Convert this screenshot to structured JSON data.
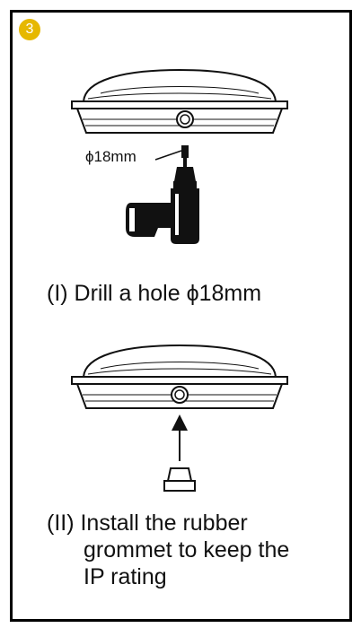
{
  "step": {
    "number": "3",
    "badge_color": "#e6b800"
  },
  "step_one": {
    "dimension_label": "ϕ18mm",
    "caption": "(I) Drill a hole ϕ18mm"
  },
  "step_two": {
    "caption_lines": [
      "(II) Install the rubber",
      "grommet to keep the",
      "IP rating"
    ]
  }
}
